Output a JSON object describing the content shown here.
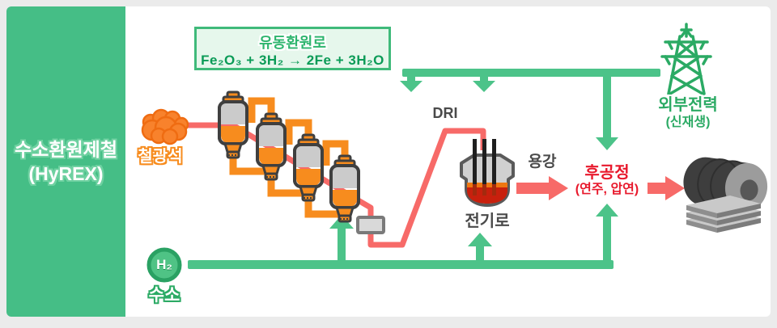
{
  "colors": {
    "frame_bg": "#EBEBEB",
    "canvas_bg": "#FFFFFF",
    "brand_green": "#45BE86",
    "flow_green": "#4CC389",
    "deep_green": "#2BAA64",
    "box_bg": "#E6F7EC",
    "box_border": "#3FBA7A",
    "equation_green": "#0B9B57",
    "title_green": "#2EB56E",
    "flow_red": "#F76A68",
    "accent_red": "#E8192C",
    "pipe_orange": "#F78C1E",
    "ore_orange": "#F8822C",
    "dark_text": "#4A4A4A",
    "steel_gray": "#CBCBCB",
    "outline_dark": "#3F3F3F"
  },
  "sidebar": {
    "title_line1": "수소환원제철",
    "title_line2": "(HyREX)"
  },
  "reduction_box": {
    "title": "유동환원로",
    "equation": "Fe₂O₃ + 3H₂ → 2Fe + 3H₂O"
  },
  "labels": {
    "iron_ore": "철광석",
    "dri": "DRI",
    "electric_furnace": "전기로",
    "molten_steel": "용강",
    "post_process": "후공정",
    "post_process_detail": "(연주, 압연)",
    "external_power": "외부전력",
    "external_power_detail": "(신재생)",
    "hydrogen_symbol": "H₂",
    "hydrogen": "수소"
  },
  "icons": {
    "iron-ore-icon": "orange ore cluster",
    "fluidized-reactor-icon": "gray/orange fluidized-bed vessel (x4 cascade)",
    "valve-icon": "gray valve block",
    "electric-furnace-icon": "electric arc furnace with 3 electrodes and molten steel",
    "power-tower-icon": "green transmission pylon line-art",
    "steel-coil-icon": "steel coil on stacked plates",
    "h2-badge-icon": "green circle with H₂"
  }
}
